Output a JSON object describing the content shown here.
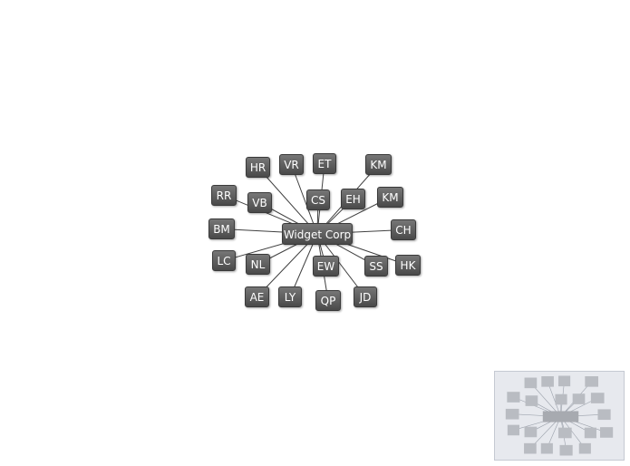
{
  "diagram": {
    "center": {
      "id": "center",
      "label": "Widget Corp"
    },
    "nodes": [
      {
        "id": "HR",
        "label": "HR"
      },
      {
        "id": "VR",
        "label": "VR"
      },
      {
        "id": "ET",
        "label": "ET"
      },
      {
        "id": "KM1",
        "label": "KM"
      },
      {
        "id": "RR",
        "label": "RR"
      },
      {
        "id": "VB",
        "label": "VB"
      },
      {
        "id": "CS",
        "label": "CS"
      },
      {
        "id": "EH",
        "label": "EH"
      },
      {
        "id": "KM2",
        "label": "KM"
      },
      {
        "id": "BM",
        "label": "BM"
      },
      {
        "id": "CH",
        "label": "CH"
      },
      {
        "id": "LC",
        "label": "LC"
      },
      {
        "id": "NL",
        "label": "NL"
      },
      {
        "id": "EW",
        "label": "EW"
      },
      {
        "id": "SS",
        "label": "SS"
      },
      {
        "id": "HK",
        "label": "HK"
      },
      {
        "id": "AE",
        "label": "AE"
      },
      {
        "id": "LY",
        "label": "LY"
      },
      {
        "id": "QP",
        "label": "QP"
      },
      {
        "id": "JD",
        "label": "JD"
      }
    ],
    "edges": [
      [
        "center",
        "HR"
      ],
      [
        "center",
        "VR"
      ],
      [
        "center",
        "ET"
      ],
      [
        "center",
        "KM1"
      ],
      [
        "center",
        "RR"
      ],
      [
        "center",
        "VB"
      ],
      [
        "center",
        "CS"
      ],
      [
        "center",
        "EH"
      ],
      [
        "center",
        "KM2"
      ],
      [
        "center",
        "BM"
      ],
      [
        "center",
        "CH"
      ],
      [
        "center",
        "LC"
      ],
      [
        "center",
        "NL"
      ],
      [
        "center",
        "EW"
      ],
      [
        "center",
        "SS"
      ],
      [
        "center",
        "HK"
      ],
      [
        "center",
        "AE"
      ],
      [
        "center",
        "LY"
      ],
      [
        "center",
        "QP"
      ],
      [
        "center",
        "JD"
      ]
    ]
  },
  "colors": {
    "node_top": "#767676",
    "node_bottom": "#4a4a4a",
    "edge": "#404040",
    "overview_bg": "#e7e9ee"
  }
}
